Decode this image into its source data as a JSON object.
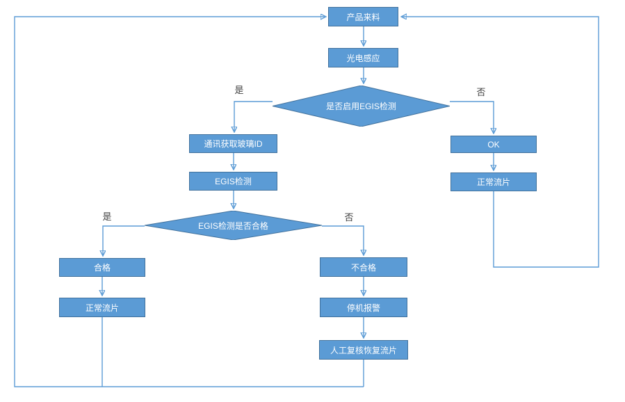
{
  "diagram": {
    "type": "flowchart",
    "language": "zh-CN",
    "colors": {
      "node_fill": "#5b9bd5",
      "node_border": "#41719c",
      "connector": "#5b9bd5",
      "node_text": "#ffffff",
      "branch_label_text": "#404040",
      "background": "#ffffff"
    },
    "nodes": {
      "start": {
        "label": "产品来料"
      },
      "photo_sensor": {
        "label": "光电感应"
      },
      "decision1": {
        "label": "是否启用EGIS检测"
      },
      "get_glass_id": {
        "label": "通讯获取玻璃ID"
      },
      "egis_test": {
        "label": "EGIS检测"
      },
      "decision2": {
        "label": "EGIS检测是否合格"
      },
      "pass": {
        "label": "合格"
      },
      "normal_flow_left": {
        "label": "正常流片"
      },
      "fail": {
        "label": "不合格"
      },
      "stop_alarm": {
        "label": "停机报警"
      },
      "manual_recheck": {
        "label": "人工复核恢复流片"
      },
      "ok": {
        "label": "OK"
      },
      "normal_flow_right": {
        "label": "正常流片"
      }
    },
    "branch_labels": {
      "decision1_yes": "是",
      "decision1_no": "否",
      "decision2_yes": "是",
      "decision2_no": "否"
    }
  }
}
